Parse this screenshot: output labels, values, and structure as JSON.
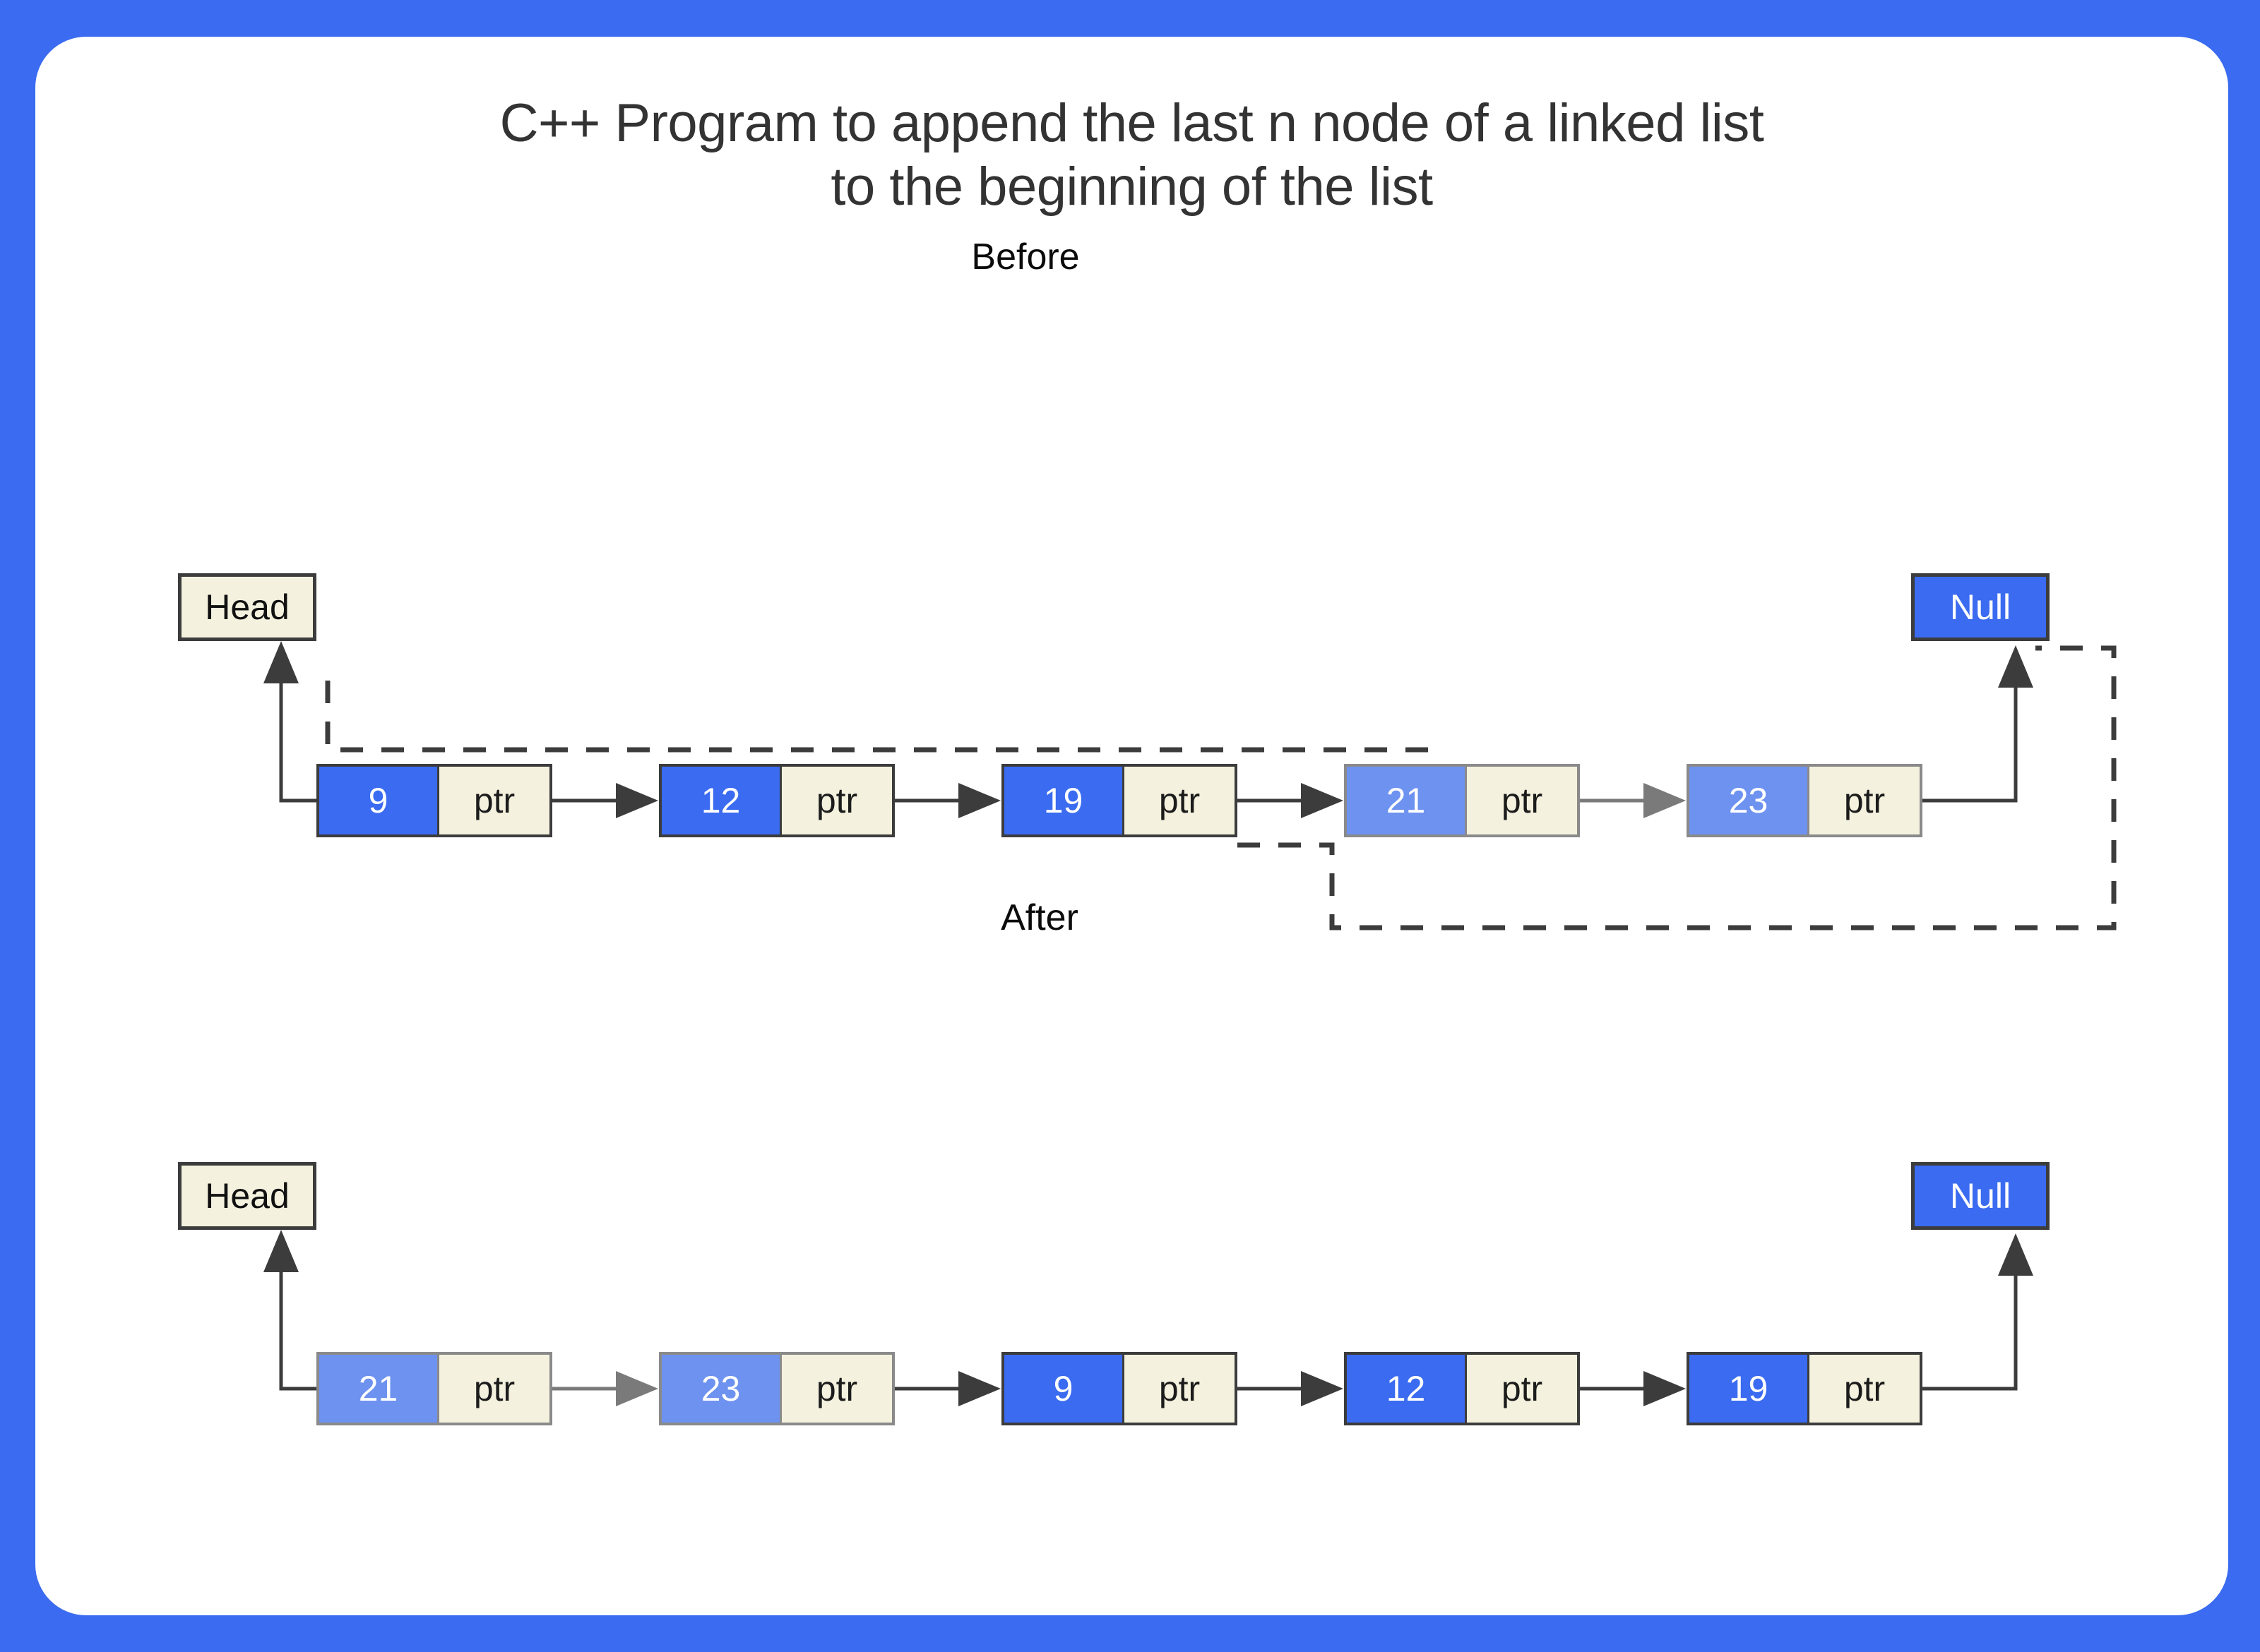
{
  "page": {
    "border_color": "#3a6bf0",
    "canvas_color": "#ffffff"
  },
  "title": {
    "line1": "C++ Program to append the last n node of a linked list",
    "line2": "to the beginning of the list"
  },
  "colors": {
    "accent_blue": "#3a6bf0",
    "light_blue": "#6e92f0",
    "cream": "#f4f2de",
    "stroke_dark": "#3c3c3c",
    "stroke_light": "#8a8a8a",
    "title_text": "#333333"
  },
  "sections": [
    {
      "label": "Before",
      "head_label": "Head",
      "null_label": "Null",
      "ptr_label": "ptr",
      "nodes": [
        {
          "value": "9",
          "ptr": "ptr",
          "shade": "dark"
        },
        {
          "value": "12",
          "ptr": "ptr",
          "shade": "dark"
        },
        {
          "value": "19",
          "ptr": "ptr",
          "shade": "dark"
        },
        {
          "value": "21",
          "ptr": "ptr",
          "shade": "light"
        },
        {
          "value": "23",
          "ptr": "ptr",
          "shade": "light"
        }
      ],
      "dashed_notes": [
        "head-to-node-21 reroute",
        "node-23-null-to-node-19 reroute"
      ]
    },
    {
      "label": "After",
      "head_label": "Head",
      "null_label": "Null",
      "ptr_label": "ptr",
      "nodes": [
        {
          "value": "21",
          "ptr": "ptr",
          "shade": "light"
        },
        {
          "value": "23",
          "ptr": "ptr",
          "shade": "light"
        },
        {
          "value": "9",
          "ptr": "ptr",
          "shade": "dark"
        },
        {
          "value": "12",
          "ptr": "ptr",
          "shade": "dark"
        },
        {
          "value": "19",
          "ptr": "ptr",
          "shade": "dark"
        }
      ],
      "dashed_notes": []
    }
  ]
}
